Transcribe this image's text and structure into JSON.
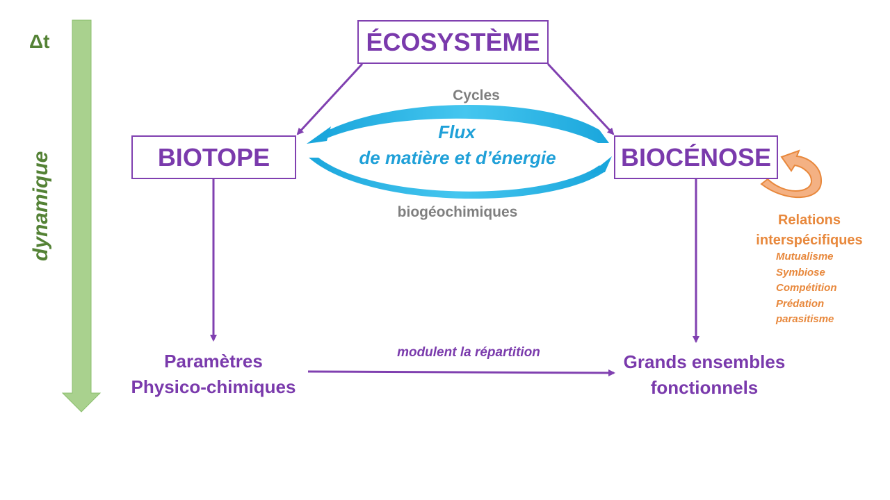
{
  "time": {
    "delta": "Δt",
    "label": "dynamique"
  },
  "ecosysteme": "ÉCOSYSTÈME",
  "biotope": "BIOTOPE",
  "biocenose": "BIOCÉNOSE",
  "cycles": {
    "top": "Cycles",
    "bottom": "biogéochimiques"
  },
  "flux": {
    "line1": "Flux",
    "line2": "de matière et d’énergie"
  },
  "parametres": {
    "line1": "Paramètres",
    "line2": "Physico-chimiques"
  },
  "grands": {
    "line1": "Grands ensembles",
    "line2": "fonctionnels"
  },
  "modulent": "modulent la répartition",
  "relations": {
    "title1": "Relations",
    "title2": "interspécifiques",
    "items": [
      "Mutualisme",
      "Symbiose",
      "Compétition",
      "Prédation",
      "parasitisme"
    ]
  },
  "colors": {
    "purple": "#7a3aac",
    "green_arrow": "#a9d18e",
    "green_text": "#548235",
    "blue": "#1fa0d8",
    "orange": "#e8883c",
    "grey": "#7f7f7f"
  }
}
